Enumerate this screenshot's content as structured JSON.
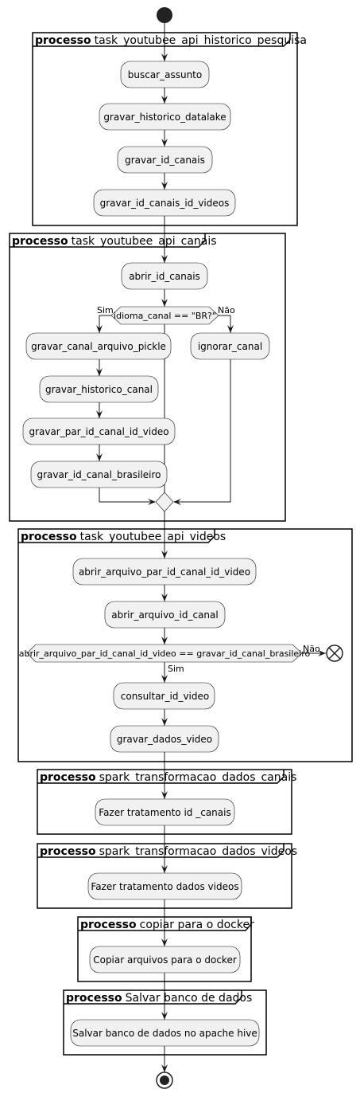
{
  "frames": {
    "f1": {
      "keyword": "processo",
      "name": "task_youtubee_api_historico_pesquisa"
    },
    "f2": {
      "keyword": "processo",
      "name": "task_youtubee_api_canais"
    },
    "f3": {
      "keyword": "processo",
      "name": "task_youtubee_api_videos"
    },
    "f4": {
      "keyword": "processo",
      "name": "spark_transformacao_dados_canais"
    },
    "f5": {
      "keyword": "processo",
      "name": "spark_transformacao_dados_videos"
    },
    "f6": {
      "keyword": "processo",
      "name": "copiar para o docker"
    },
    "f7": {
      "keyword": "processo",
      "name": "Salvar banco de dados"
    }
  },
  "activities": {
    "buscar_assunto": "buscar_assunto",
    "gravar_historico_datalake": "gravar_historico_datalake",
    "gravar_id_canais": "gravar_id_canais",
    "gravar_id_canais_id_videos": "gravar_id_canais_id_videos",
    "abrir_id_canais": "abrir_id_canais",
    "gravar_canal_arquivo_pickle": "gravar_canal_arquivo_pickle",
    "ignorar_canal": "ignorar_canal",
    "gravar_historico_canal": "gravar_historico_canal",
    "gravar_par_id_canal_id_video": "gravar_par_id_canal_id_video",
    "gravar_id_canal_brasileiro": "gravar_id_canal_brasileiro",
    "abrir_arquivo_par": "abrir_arquivo_par_id_canal_id_video",
    "abrir_arquivo_id_canal": "abrir_arquivo_id_canal",
    "consultar_id_video": "consultar_id_video",
    "gravar_dados_video": "gravar_dados_video",
    "fazer_tratamento_canais": "Fazer tratamento id _canais",
    "fazer_tratamento_videos": "Fazer tratamento dados videos",
    "copiar_arquivos": "Copiar arquivos para o docker",
    "salvar_banco": "Salvar banco de dados no apache hive"
  },
  "decisions": {
    "idioma": {
      "condition": "idioma_canal == \"BR?\"",
      "yes": "Sim",
      "no": "Não"
    },
    "arquivo": {
      "condition": "abrir_arquivo_par_id_canal_id_video == gravar_id_canal_brasileiro",
      "yes": "Sim",
      "no": "Não"
    }
  }
}
